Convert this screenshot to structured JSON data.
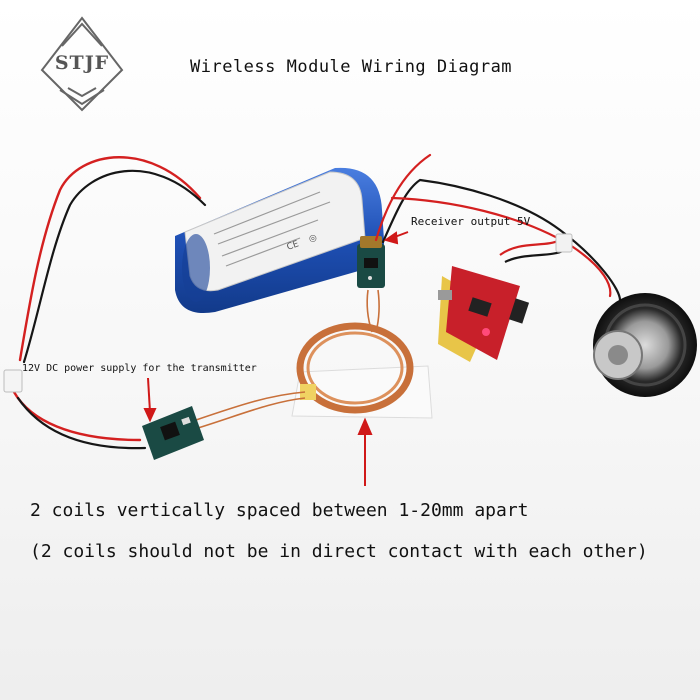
{
  "logo": {
    "text": "STJF",
    "color": "#555555"
  },
  "title": "Wireless Module Wiring Diagram",
  "labels": {
    "receiver_output": "Receiver output 5V",
    "transmitter_power": "12V DC power supply for the transmitter"
  },
  "notes": {
    "line1": "2 coils vertically spaced between 1-20mm apart",
    "line2": "(2 coils should not be in direct contact with each other)"
  },
  "colors": {
    "wire_red": "#d42020",
    "wire_black": "#161616",
    "battery_blue": "#1e4fb4",
    "coil_copper": "#c8703a",
    "pcb_green": "#1a4a44",
    "amp_red": "#c8202a",
    "arrow_red": "#d01818"
  },
  "icons": [
    "stjf-logo-icon",
    "battery-pack-icon",
    "transmitter-board-icon",
    "transmitter-coil-icon",
    "receiver-board-icon",
    "amplifier-board-icon",
    "speaker-icon",
    "arrow-icon"
  ]
}
